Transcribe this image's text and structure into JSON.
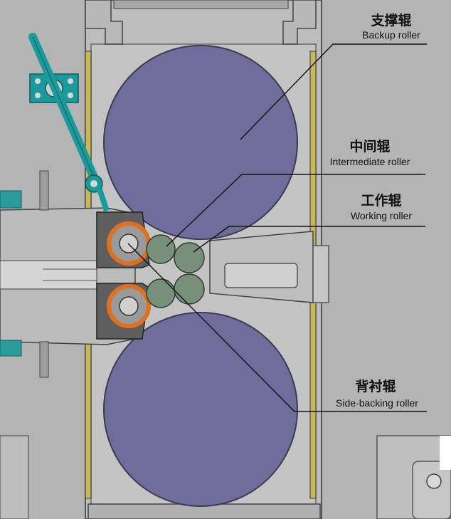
{
  "labels": [
    {
      "id": "backup",
      "cn": "支撑辊",
      "en": "Backup roller"
    },
    {
      "id": "intermediate",
      "cn": "中间辊",
      "en": "Intermediate roller"
    },
    {
      "id": "working",
      "cn": "工作辊",
      "en": "Working roller"
    },
    {
      "id": "side_backing",
      "cn": "背衬辊",
      "en": "Side-backing roller"
    }
  ],
  "colors": {
    "background": "#b4b4b4",
    "housing": "#c0c0c0",
    "backup_roller": "#6f6d99",
    "small_roller": "#78907a",
    "accent_orange": "#e0701e",
    "arm_teal": "#1a9a9a",
    "liner_yellow": "#c8b85a"
  },
  "icons": [
    "hydraulic-arm-icon",
    "bearing-block-icon"
  ]
}
